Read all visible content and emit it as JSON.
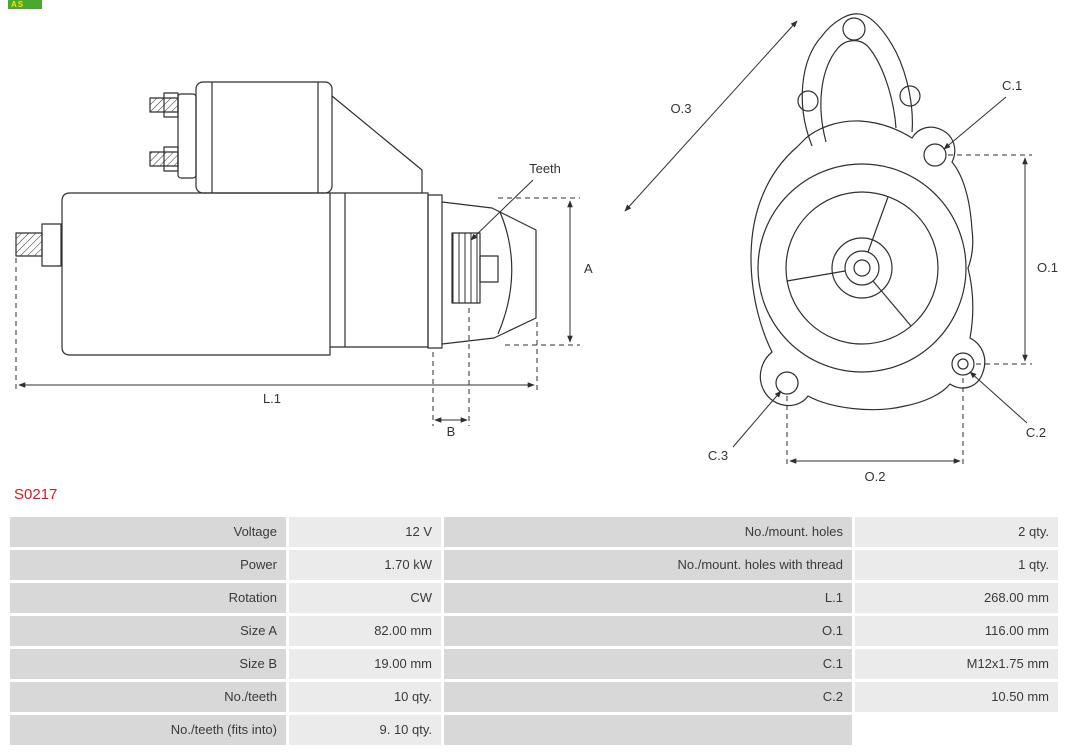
{
  "logo": {
    "text": "AS"
  },
  "part_number": "S0217",
  "drawing": {
    "side": {
      "teeth_label": "Teeth",
      "dim_a": "A",
      "dim_l1": "L.1",
      "dim_b": "B"
    },
    "front": {
      "dim_o3": "O.3",
      "dim_c1": "C.1",
      "dim_o1": "O.1",
      "dim_c3": "C.3",
      "dim_c2": "C.2",
      "dim_o2": "O.2"
    }
  },
  "specs": {
    "left": [
      {
        "label": "Voltage",
        "value": "12 V"
      },
      {
        "label": "Power",
        "value": "1.70 kW"
      },
      {
        "label": "Rotation",
        "value": "CW"
      },
      {
        "label": "Size A",
        "value": "82.00 mm"
      },
      {
        "label": "Size B",
        "value": "19.00 mm"
      },
      {
        "label": "No./teeth",
        "value": "10 qty."
      },
      {
        "label": "No./teeth (fits into)",
        "value": "9. 10 qty."
      }
    ],
    "right": [
      {
        "label": "No./mount. holes",
        "value": "2 qty."
      },
      {
        "label": "No./mount. holes with thread",
        "value": "1 qty."
      },
      {
        "label": "L.1",
        "value": "268.00 mm"
      },
      {
        "label": "O.1",
        "value": "116.00 mm"
      },
      {
        "label": "C.1",
        "value": "M12x1.75 mm"
      },
      {
        "label": "C.2",
        "value": "10.50 mm"
      },
      {
        "label": "",
        "value": ""
      }
    ]
  },
  "colors": {
    "part_number": "#cc2027",
    "label_cell_bg": "#d8d8d8",
    "value_cell_bg": "#ebebeb",
    "line": "#2f2f2f"
  }
}
